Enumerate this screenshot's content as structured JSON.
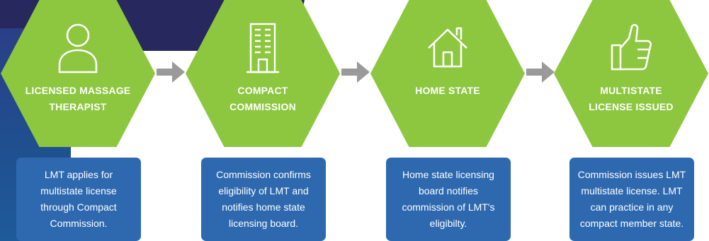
{
  "steps": [
    {
      "icon": "person-icon",
      "label": "LICENSED MASSAGE THERAPIST",
      "description": "LMT applies for multistate license through Compact Commission."
    },
    {
      "icon": "building-icon",
      "label": "COMPACT COMMISSION",
      "description": "Commission confirms eligibility of LMT and notifies home state licensing board."
    },
    {
      "icon": "house-icon",
      "label": "HOME STATE",
      "description": "Home state licensing board notifies commission of LMT's eligibilty."
    },
    {
      "icon": "thumbs-up-icon",
      "label": "MULTISTATE LICENSE ISSUED",
      "description": "Commission issues LMT multistate license. LMT can practice in any compact member state."
    }
  ],
  "colors": {
    "hexagon": "#8dc63f",
    "description_box": "#2e69b0",
    "arrow": "#9a9a9a"
  }
}
